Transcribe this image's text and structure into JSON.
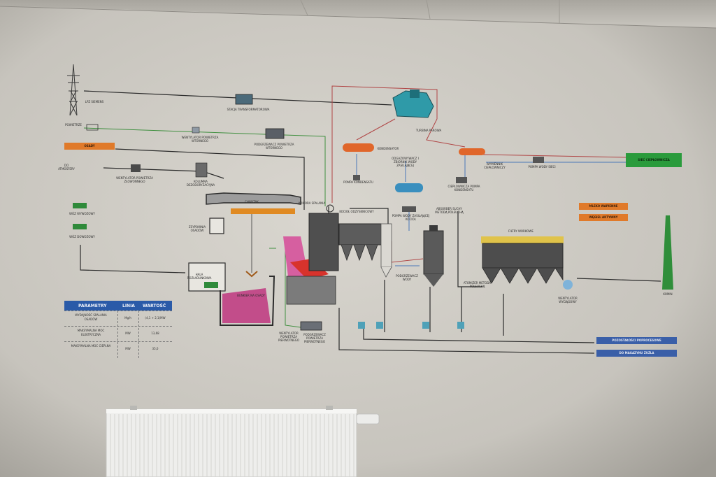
{
  "photo": {
    "colors": {
      "wall": "#d5d2cb",
      "ceiling": "#cbc8c1",
      "process_lines": "#2b2b2b",
      "orange_tags": "#e07a2a",
      "green_tags": "#2a9b3c",
      "blue_tags": "#3a5fa8",
      "boiler_fire": "#d8332c",
      "stack": "#2f8e3a",
      "radiator": "#ececec"
    },
    "diagram_labels": {
      "grid": "LPZ SIEMENS",
      "transformer": "STACJA TRANSFORMATOROWA",
      "turbine": "TURBINA PAROWA",
      "air_intake": "POWIETRZE",
      "fan_exhaust": "WENTYLATOR POWIETRZA WTÓRNEGO",
      "heater_secondary": "PODGRZEWACZ POWIETRZA WTÓRNEGO",
      "sludge_tag": "OSADY",
      "atmosphere": "DO ATMOSFERY",
      "odor_fan": "WENTYLATOR POWIETRZA ZŁOWONNEGO",
      "deodor_column": "KOLUMNA DEZODORYZACYJNA",
      "truck_1": "WÓZ WYWOZOWY",
      "truck_2": "WÓZ DOWOZOWY",
      "crane": "CHWYTAK",
      "chamber": "KOMORA SPALANIA",
      "boiler": "KOCIOŁ ODZYSKNICOWY",
      "hopper": "ZSYPOWNIA OSADÓW",
      "bunker_hall": "HALA ROZŁADUNKOWA",
      "bunker": "BUNKIER NA OSADY",
      "condensate": "KONDENSATOR",
      "condensate_pump": "POMPA KONDENSATU",
      "deaerator": "ODGAZOWYWACZ I ZBIORNIK WODY ZASILAJĄCEJ",
      "feed_pump": "POMPA WODY ZASILAJĄCEJ KOCIOŁ",
      "exchanger": "WYMIENNIK CIEPŁOWNICZY",
      "district_pump": "CIEPŁOWNICZA POMPA KONDENSATU",
      "network_pump": "POMPA WODY SIECI",
      "heat_network_tag": "SIEĆ CIEPŁOWNICZA",
      "absorber": "ABSORBER SUCHY METODĄ PÓŁSUCHĄ",
      "bag_filters": "FILTRY WORKOWE",
      "lime_tag_1": "MLEKO WAPIENNE",
      "lime_tag_2": "WĘGIEL AKTYWNY",
      "atomizer": "ATOMIZER METODA PÓŁSUCHĄ",
      "exhaust_fan": "WENTYLATOR WYCIĄGOWY",
      "chimney": "KOMIN",
      "economizer": "PODGRZEWACZ WODY",
      "primary_fan": "WENTYLATOR POWIETRZA PIERWOTNEGO",
      "primary_heater": "PODGRZEWACZ POWIETRZA PIERWOTNEGO",
      "residues_tag": "POZOSTAŁOŚCI POPROCESOWE",
      "ash_tag": "DO MAGAZYNU ŻUŻLA"
    },
    "parameters": {
      "headers": [
        "PARAMETRY",
        "LINIA",
        "WARTOŚĆ"
      ],
      "rows": [
        {
          "name": "WYDAJNOŚĆ SPALANIA OSADÓW",
          "unit": "Mg/h",
          "value": "(4,1 + 2,1)MW"
        },
        {
          "name": "MAKSYMALNA MOC ELEKTRYCZNA",
          "unit": "MW",
          "value": "13,68"
        },
        {
          "name": "MAKSYMALNA MOC CIEPLNA",
          "unit": "MW",
          "value": "35,0"
        }
      ]
    }
  }
}
